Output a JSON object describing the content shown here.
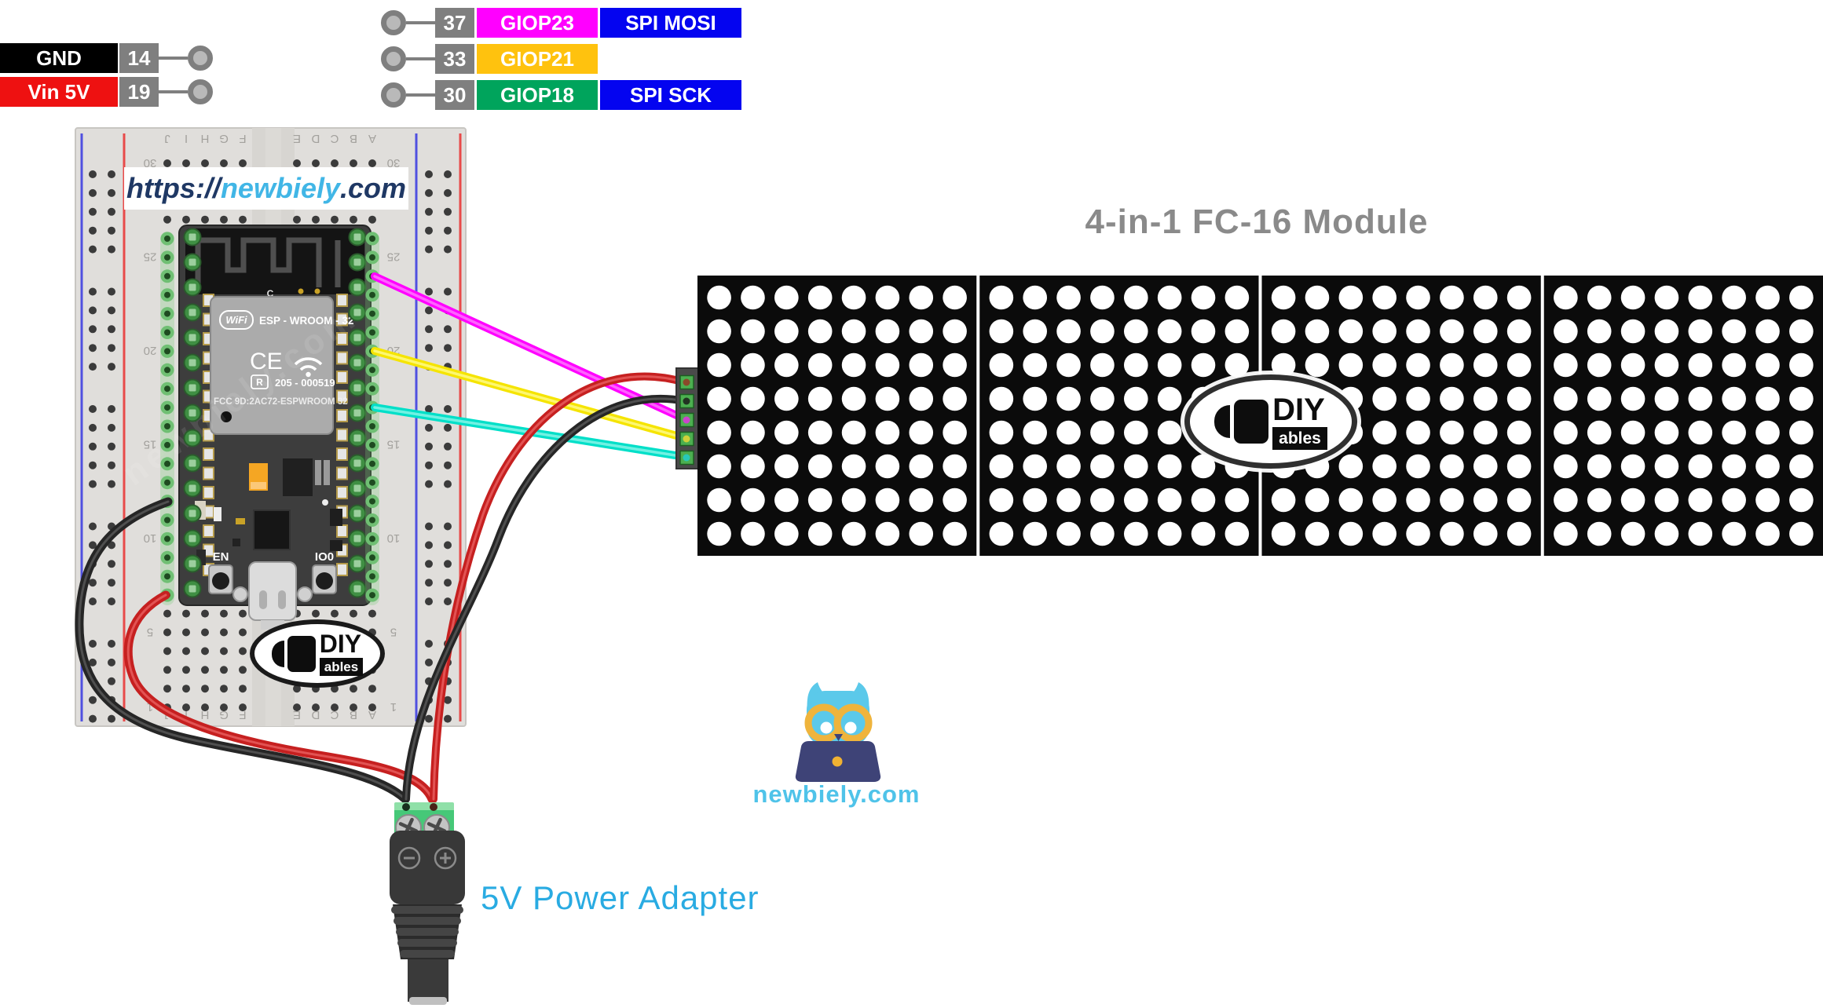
{
  "left_pin_rows": [
    {
      "signal": "GND",
      "signal_bg": "#000000",
      "pin": "14"
    },
    {
      "signal": "Vin 5V",
      "signal_bg": "#EE1111",
      "pin": "19"
    }
  ],
  "top_pin_rows": [
    {
      "pin": "37",
      "gpio": "GIOP23",
      "gpio_bg": "#FF00FF",
      "func": "SPI MOSI",
      "func_bg": "#0404F0"
    },
    {
      "pin": "33",
      "gpio": "GIOP21",
      "gpio_bg": "#FFC20E",
      "func": "",
      "func_bg": ""
    },
    {
      "pin": "30",
      "gpio": "GIOP18",
      "gpio_bg": "#00A45C",
      "func": "SPI SCK",
      "func_bg": "#0404F0"
    }
  ],
  "breadboard": {
    "url_prefix": "https://",
    "url_brand": "newbiely",
    "url_suffix": ".com",
    "column_letters_left": [
      "J",
      "I",
      "H",
      "G",
      "F"
    ],
    "column_letters_right": [
      "E",
      "D",
      "C",
      "B",
      "A"
    ],
    "row_numbers": [
      "30",
      "25",
      "20",
      "15",
      "10",
      "5",
      "1"
    ],
    "watermark": "newbiely.com"
  },
  "esp32": {
    "antenna_mark": "C",
    "wifi_badge": "WiFi",
    "module_name": "ESP - WROOM - 32",
    "ce_mark": "CE",
    "reg_mark": "R",
    "reg_number": "205 - 000519",
    "fcc_line": "FCC 9D:2AC72-ESPWROOM 32",
    "button_left": "EN",
    "button_right": "IO0"
  },
  "matrix": {
    "title": "4-in-1 FC-16 Module",
    "panels": 4,
    "rows": 8,
    "cols": 8
  },
  "diy_logo": {
    "top": "DIY",
    "bottom": "ables"
  },
  "mascot": {
    "site": "newbiely.com"
  },
  "adapter": {
    "label": "5V Power Adapter",
    "minus": "−",
    "plus": "+"
  },
  "wire_colors": {
    "mosi_wire": "#FF00FF",
    "cs_wire": "#F5E400",
    "sck_wire": "#00DFC8",
    "power_wire": "#C62020",
    "ground_wire": "#262626"
  }
}
